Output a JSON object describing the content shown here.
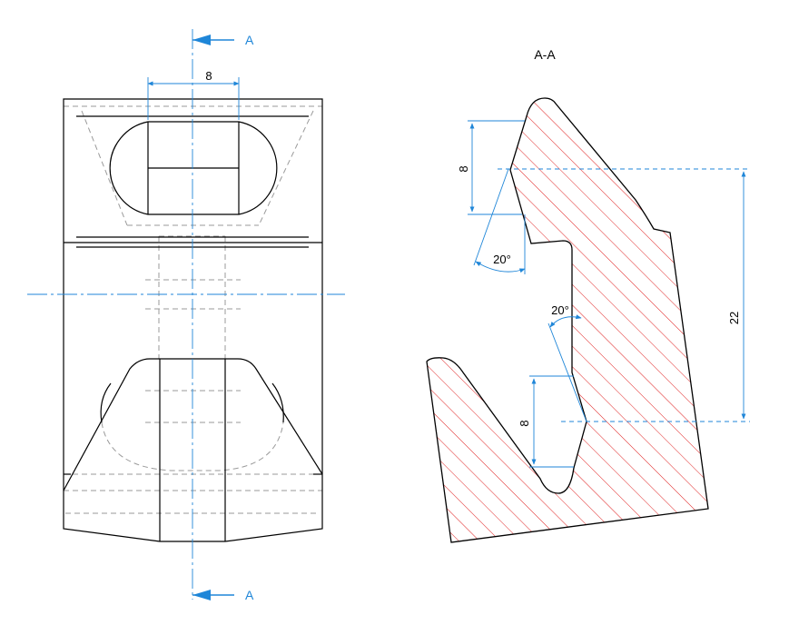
{
  "section_view": {
    "label": "A-A"
  },
  "cut_markers": {
    "top_label": "A",
    "bottom_label": "A"
  },
  "dimensions": {
    "front_slot_width": "8",
    "section_top_height": "8",
    "section_angle_top": "20°",
    "section_angle_middle": "20°",
    "section_lower_height": "8",
    "section_overall_height": "22"
  },
  "colors": {
    "outline": "#000000",
    "hidden_line": "#9a9a9a",
    "center_line": "#1f86d8",
    "dimension_line": "#1f86d8",
    "hatch": "#e02424"
  }
}
